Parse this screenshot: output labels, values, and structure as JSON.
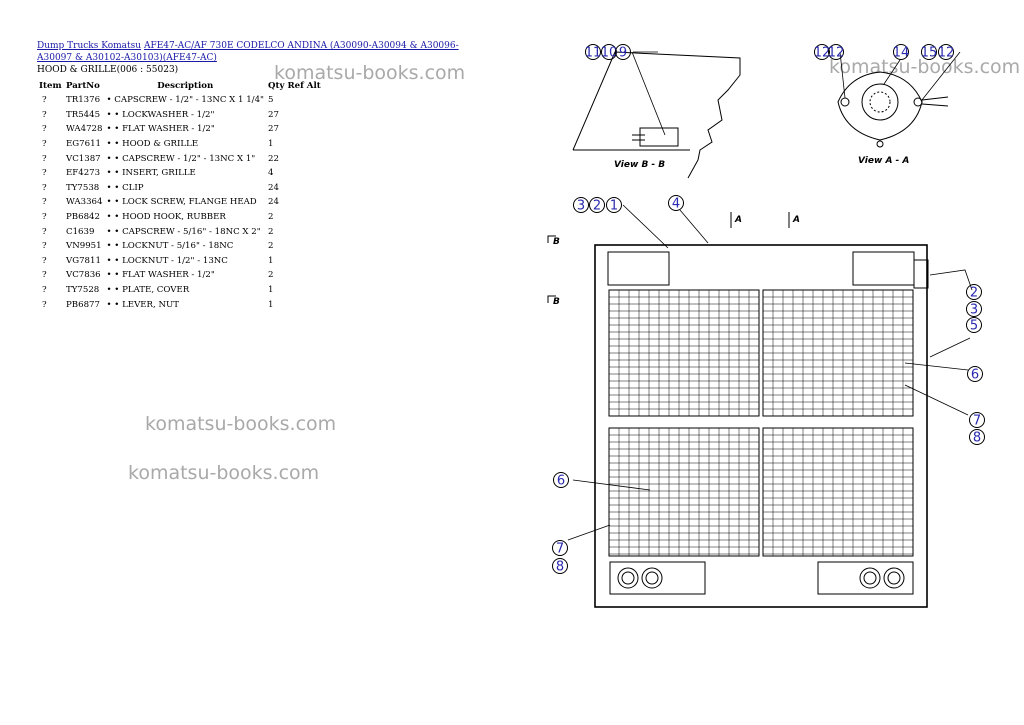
{
  "breadcrumb": {
    "root_link": "Dump Trucks Komatsu",
    "model_link_line1": "AFE47-AC/AF 730E CODELCO ANDINA (A30090-A30094 & A30096-A30097",
    "model_link_line2": "& A30102-A30103)(AFE47-AC)"
  },
  "section_title": "HOOD & GRILLE(006 : 55023)",
  "table": {
    "headers": [
      "Item",
      "PartNo",
      "Description",
      "Qty",
      "Ref",
      "Alt"
    ],
    "rows": [
      {
        "item": "?",
        "part": "TR1376",
        "desc": "• CAPSCREW - 1/2\" - 13NC X 1 1/4\"",
        "qty": "5"
      },
      {
        "item": "?",
        "part": "TR5445",
        "desc": "• • LOCKWASHER - 1/2\"",
        "qty": "27"
      },
      {
        "item": "?",
        "part": "WA4728",
        "desc": "• • FLAT WASHER - 1/2\"",
        "qty": "27"
      },
      {
        "item": "?",
        "part": "EG7611",
        "desc": "• • HOOD & GRILLE",
        "qty": "1"
      },
      {
        "item": "?",
        "part": "VC1387",
        "desc": "• • CAPSCREW - 1/2\" - 13NC X 1\"",
        "qty": "22"
      },
      {
        "item": "?",
        "part": "EF4273",
        "desc": "• • INSERT, GRILLE",
        "qty": "4"
      },
      {
        "item": "?",
        "part": "TY7538",
        "desc": "• • CLIP",
        "qty": "24"
      },
      {
        "item": "?",
        "part": "WA3364",
        "desc": "• • LOCK SCREW, FLANGE HEAD",
        "qty": "24"
      },
      {
        "item": "?",
        "part": "PB6842",
        "desc": "• • HOOD HOOK, RUBBER",
        "qty": "2"
      },
      {
        "item": "?",
        "part": "C1639",
        "desc": "• • CAPSCREW - 5/16\" - 18NC X 2\"",
        "qty": "2"
      },
      {
        "item": "?",
        "part": "VN9951",
        "desc": "• • LOCKNUT - 5/16\" - 18NC",
        "qty": "2"
      },
      {
        "item": "?",
        "part": "VG7811",
        "desc": "• • LOCKNUT - 1/2\" - 13NC",
        "qty": "1"
      },
      {
        "item": "?",
        "part": "VC7836",
        "desc": "• • FLAT WASHER - 1/2\"",
        "qty": "2"
      },
      {
        "item": "?",
        "part": "TY7528",
        "desc": "• • PLATE, COVER",
        "qty": "1"
      },
      {
        "item": "?",
        "part": "PB6877",
        "desc": "• • LEVER, NUT",
        "qty": "1"
      }
    ]
  },
  "watermarks": [
    "komatsu-books.com",
    "komatsu-books.com",
    "komatsu-books.com",
    "komatsu-books.com"
  ],
  "drawing": {
    "view_b_label": "View B - B",
    "view_a_label": "View A - A",
    "section_marks": [
      "A",
      "A",
      "B",
      "B"
    ],
    "callouts_top": [
      "11",
      "10",
      "9",
      "12",
      "12",
      "14",
      "15",
      "12"
    ],
    "callouts_main": [
      "3",
      "2",
      "1",
      "4",
      "2",
      "3",
      "5",
      "6",
      "7",
      "8",
      "6",
      "7",
      "8"
    ],
    "callout_color": "#2a2ab0"
  }
}
